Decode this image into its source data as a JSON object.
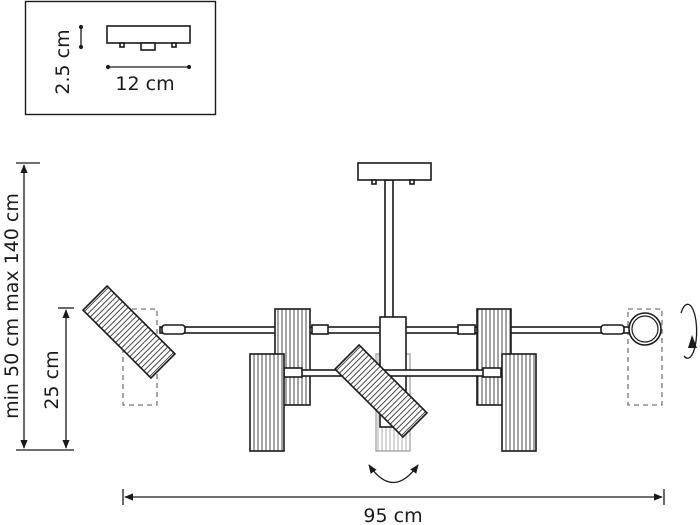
{
  "inset": {
    "height_label": "2.5 cm",
    "width_label": "12 cm"
  },
  "dimensions": {
    "total_height_label": "min 50 cm max 140 cm",
    "shade_height_label": "25 cm",
    "total_width_label": "95 cm"
  },
  "colors": {
    "line": "#1a1a1a",
    "ghost": "#888888"
  }
}
